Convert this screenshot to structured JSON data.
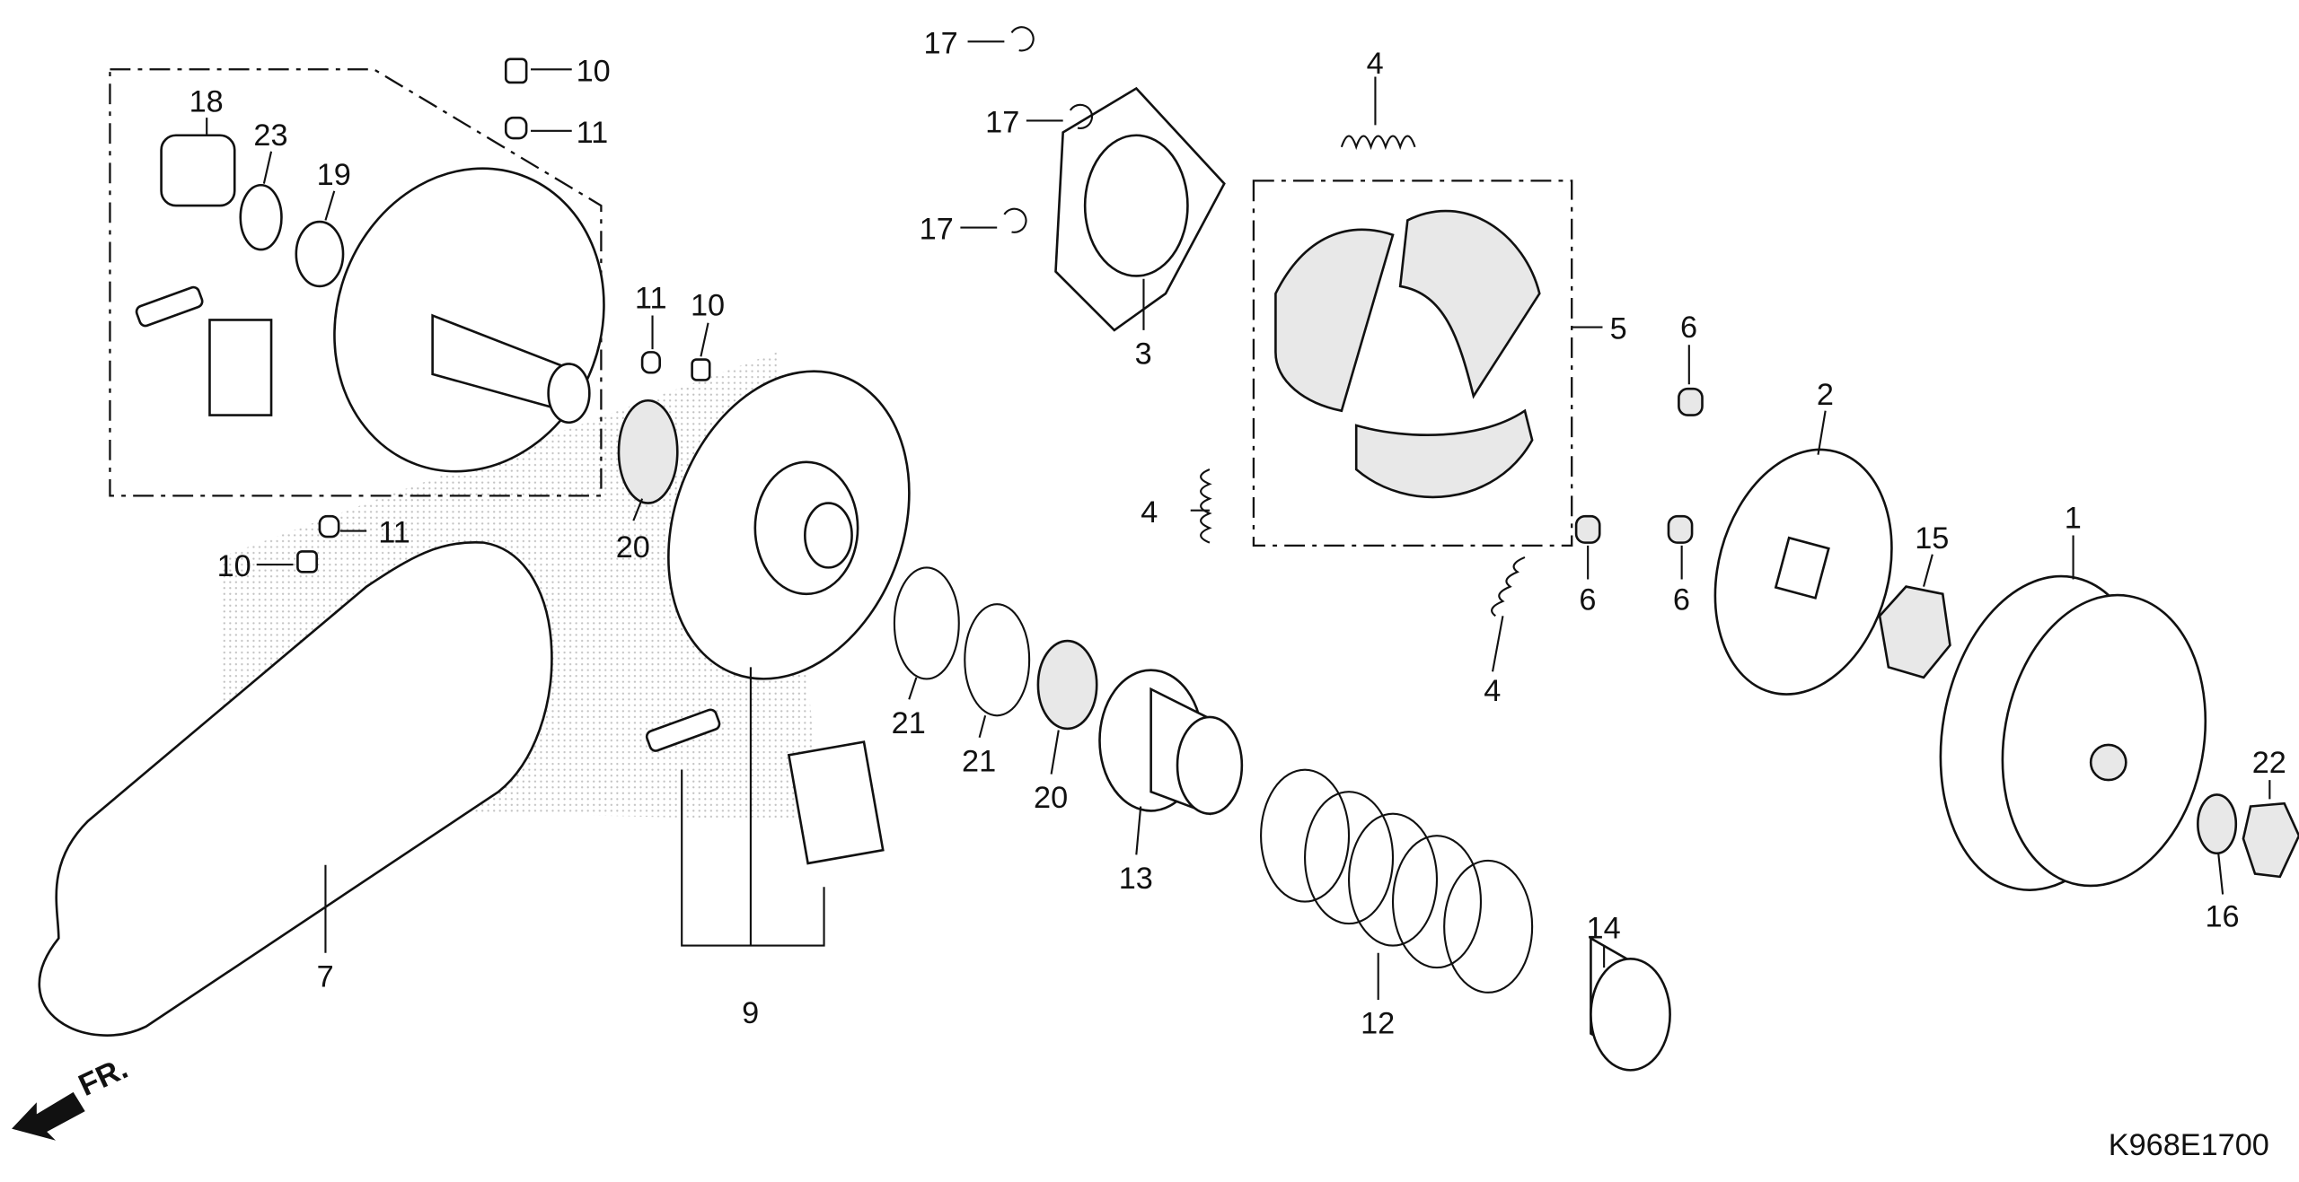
{
  "diagram_code": "K968E1700",
  "direction_marker": "FR.",
  "callouts": [
    "17",
    "17",
    "17",
    "10",
    "11",
    "18",
    "23",
    "19",
    "4",
    "3",
    "5",
    "6",
    "2",
    "11",
    "10",
    "1",
    "15",
    "4",
    "11",
    "10",
    "20",
    "6",
    "6",
    "4",
    "21",
    "21",
    "20",
    "22",
    "13",
    "14",
    "16",
    "7",
    "9",
    "12"
  ]
}
